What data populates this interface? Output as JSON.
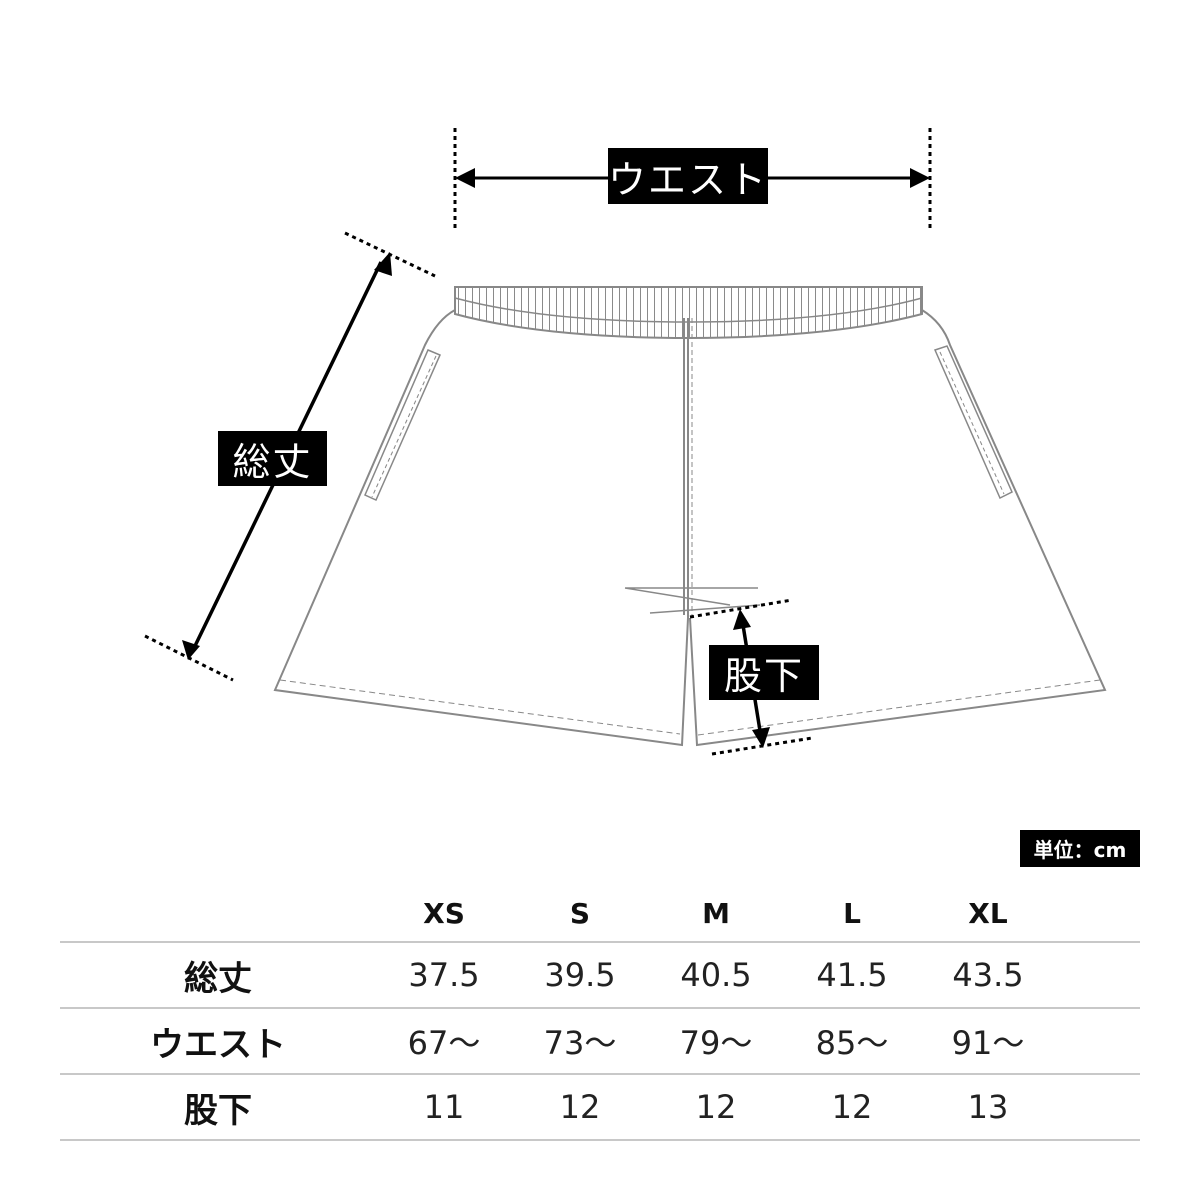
{
  "diagram": {
    "labels": {
      "waist": "ウエスト",
      "total_length": "総丈",
      "inseam": "股下"
    },
    "colors": {
      "outline": "#888888",
      "arrow": "#000000",
      "label_bg": "#000000",
      "label_text": "#ffffff"
    }
  },
  "unit": {
    "label": "単位：cm"
  },
  "table": {
    "columns": [
      "",
      "XS",
      "S",
      "M",
      "L",
      "XL"
    ],
    "rows": [
      {
        "label": "総丈",
        "values": [
          "37.5",
          "39.5",
          "40.5",
          "41.5",
          "43.5"
        ]
      },
      {
        "label": "ウエスト",
        "values": [
          "67～",
          "73～",
          "79～",
          "85～",
          "91～"
        ]
      },
      {
        "label": "股下",
        "values": [
          "11",
          "12",
          "12",
          "12",
          "13"
        ]
      }
    ],
    "divider_color": "#c8c8c8"
  }
}
